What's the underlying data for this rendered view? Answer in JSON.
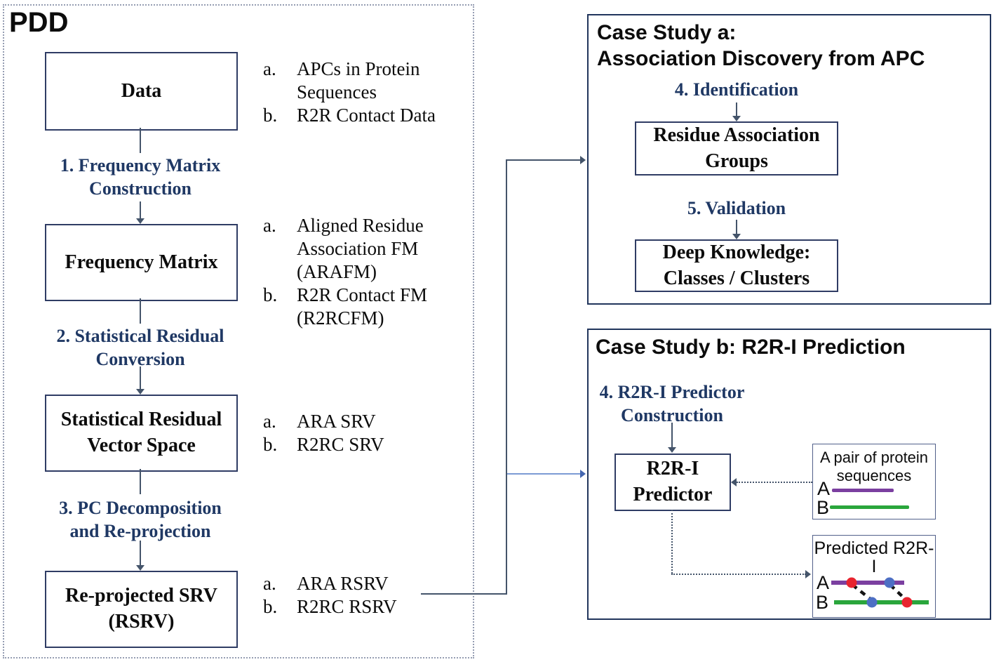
{
  "pdd": {
    "title": "PDD",
    "boxes": {
      "data": "Data",
      "frequency_matrix": "Frequency Matrix",
      "srv_space": "Statistical Residual\nVector Space",
      "rsrv": "Re-projected SRV\n(RSRV)"
    },
    "steps": {
      "s1": "1. Frequency Matrix\nConstruction",
      "s2": "2. Statistical Residual\nConversion",
      "s3": "3. PC Decomposition\nand Re-projection"
    },
    "lists": {
      "data": [
        {
          "marker": "a.",
          "text": "APCs in Protein\nSequences"
        },
        {
          "marker": "b.",
          "text": "R2R Contact Data"
        }
      ],
      "frequency_matrix": [
        {
          "marker": "a.",
          "text": "Aligned Residue\nAssociation FM\n(ARAFM)"
        },
        {
          "marker": "b.",
          "text": "R2R Contact FM\n(R2RCFM)"
        }
      ],
      "srv_space": [
        {
          "marker": "a.",
          "text": "ARA SRV"
        },
        {
          "marker": "b.",
          "text": "R2RC SRV"
        }
      ],
      "rsrv": [
        {
          "marker": "a.",
          "text": "ARA RSRV"
        },
        {
          "marker": "b.",
          "text": "R2RC RSRV"
        }
      ]
    }
  },
  "case_a": {
    "title": "Case Study a:\nAssociation Discovery from APC",
    "step4": "4. Identification",
    "box_groups": "Residue Association\nGroups",
    "step5": "5. Validation",
    "box_knowledge": "Deep Knowledge:\nClasses / Clusters"
  },
  "case_b": {
    "title": "Case Study b: R2R-I Prediction",
    "step4": "4. R2R-I Predictor\nConstruction",
    "box_predictor": "R2R-I\nPredictor",
    "pair_box": {
      "title": "A pair of protein\nsequences",
      "seq_a_label": "A",
      "seq_b_label": "B"
    },
    "predicted_box": {
      "title": "Predicted R2R-I",
      "seq_a_label": "A",
      "seq_b_label": "B"
    }
  },
  "colors": {
    "step_text_navy": "#1f3864",
    "box_border_navy": "#2f3c64",
    "panel_border_navy": "#21355c",
    "connector_slate": "#44546a",
    "branch_light_blue": "#7c9bd4",
    "sequence_a_purple": "#7b3fa0",
    "sequence_b_green": "#2aa63c",
    "interaction_red": "#e8242f",
    "interaction_blue": "#4d6fc4"
  }
}
